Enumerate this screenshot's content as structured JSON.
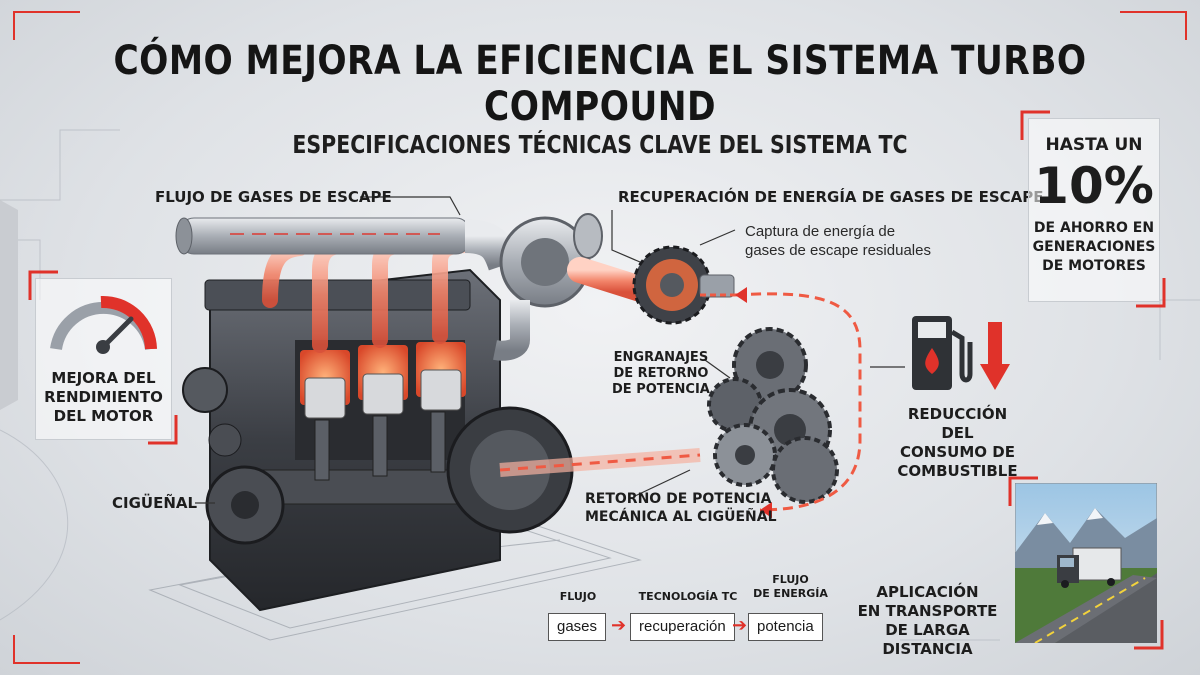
{
  "header": {
    "title": "CÓMO MEJORA LA EFICIENCIA EL SISTEMA TURBO COMPOUND",
    "subtitle": "ESPECIFICACIONES TÉCNICAS CLAVE DEL SISTEMA TC"
  },
  "labels": {
    "exhaust_flow": "FLUJO DE GASES DE ESCAPE",
    "energy_recovery": "RECUPERACIÓN DE ENERGÍA DE GASES DE ESCAPE",
    "capture_line1": "Captura de energía de",
    "capture_line2": "gases de escape residuales",
    "gears_line1": "ENGRANAJES",
    "gears_line2": "DE RETORNO",
    "gears_line3": "DE POTENCIA",
    "crankshaft": "CIGÜEÑAL",
    "return_line1": "RETORNO DE POTENCIA",
    "return_line2": "MECÁNICA AL CIGÜEÑAL"
  },
  "left_panel": {
    "line1": "MEJORA DEL",
    "line2": "RENDIMIENTO",
    "line3": "DEL MOTOR"
  },
  "savings_panel": {
    "line1": "HASTA UN",
    "percent": "10%",
    "line2": "DE AHORRO EN",
    "line3": "GENERACIONES",
    "line4": "DE MOTORES"
  },
  "fuel": {
    "line1": "REDUCCIÓN DEL",
    "line2": "CONSUMO DE",
    "line3": "COMBUSTIBLE"
  },
  "application": {
    "line1": "APLICACIÓN",
    "line2": "EN TRANSPORTE",
    "line3": "DE LARGA DISTANCIA"
  },
  "flow": {
    "headers": [
      "FLUJO",
      "TECNOLOGÍA TC",
      "FLUJO\nDE ENERGÍA"
    ],
    "boxes": [
      "gases",
      "recuperación",
      "potencia"
    ]
  },
  "colors": {
    "accent_red": "#e0322a",
    "heat_orange": "#ff7b4a",
    "metal_dark": "#3a3d42"
  }
}
